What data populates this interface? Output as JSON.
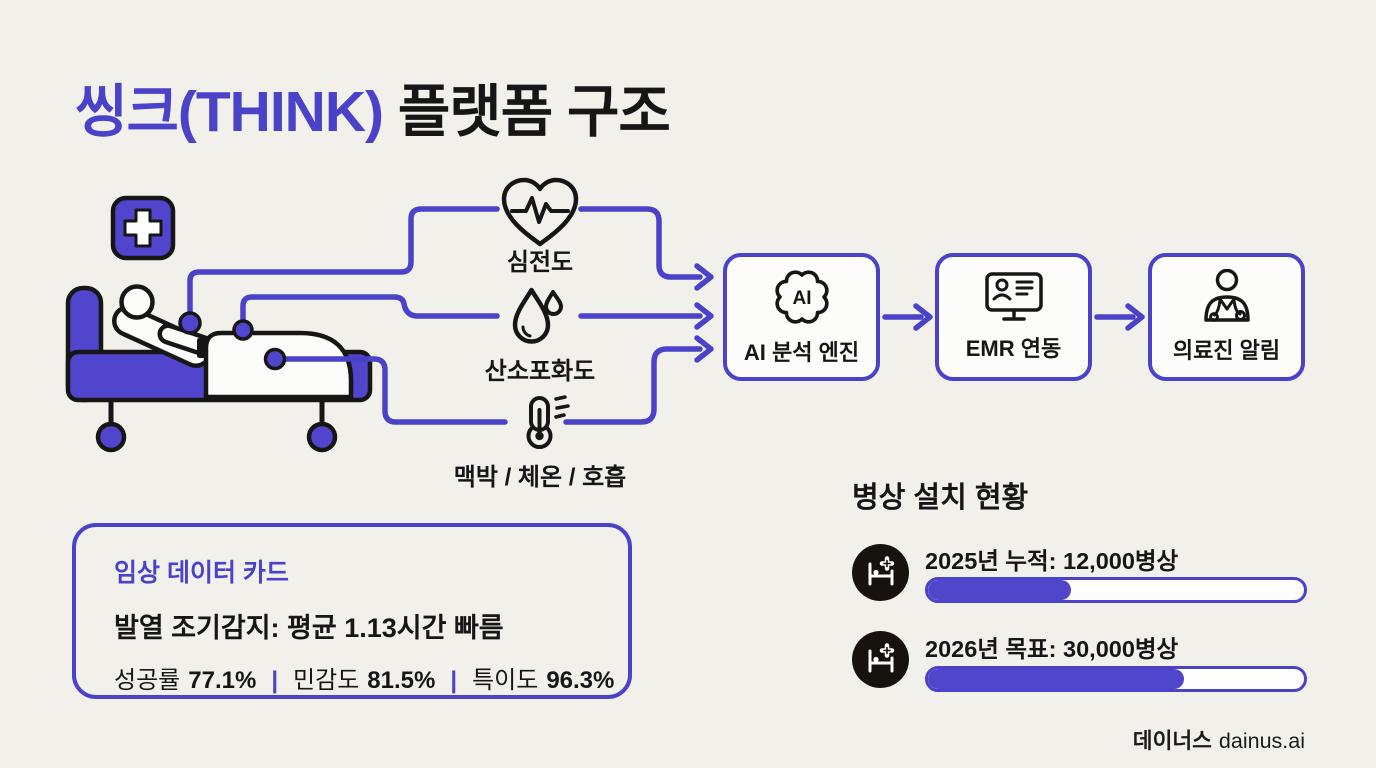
{
  "title": {
    "highlight": "씽크(THINK)",
    "rest": " 플랫폼 구조"
  },
  "sensors": [
    {
      "label": "심전도",
      "icon": "ecg-heart-icon"
    },
    {
      "label": "산소포화도",
      "icon": "oxygen-drop-icon"
    },
    {
      "label": "맥박 / 체온 / 호흡",
      "icon": "thermometer-icon"
    }
  ],
  "flow": [
    {
      "label": "AI 분석 엔진",
      "icon": "ai-gear-icon",
      "icon_text": "AI"
    },
    {
      "label": "EMR 연동",
      "icon": "emr-monitor-icon"
    },
    {
      "label": "의료진 알림",
      "icon": "doctor-icon"
    }
  ],
  "clinical_card": {
    "title": "임상 데이터 카드",
    "headline": "발열 조기감지: 평균 1.13시간 빠름",
    "separator": "|",
    "metrics": [
      {
        "label": "성공률",
        "value": "77.1%"
      },
      {
        "label": "민감도",
        "value": "81.5%"
      },
      {
        "label": "특이도",
        "value": "96.3%"
      }
    ]
  },
  "beds_section": {
    "title": "병상 설치 현황",
    "rows": [
      {
        "label": "2025년 누적: 12,000병상",
        "progress_pct": 38
      },
      {
        "label": "2026년 목표: 30,000병상",
        "progress_pct": 68
      }
    ]
  },
  "footer": {
    "brand": "데이너스",
    "domain": "dainus.ai"
  },
  "colors": {
    "accent": "#4a42c8",
    "bed_fill": "#5145cd",
    "ink": "#161616",
    "background": "#f1f0eb",
    "box_fill": "#fcfcfa"
  }
}
